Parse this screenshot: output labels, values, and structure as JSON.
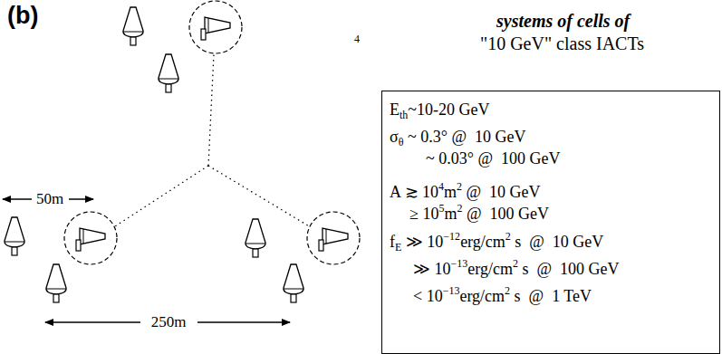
{
  "diagram": {
    "nodes": [
      {
        "text": [
          "E",
          "th",
          "~10-20 GeV",
          "σ",
          "θ",
          " ~ 0.3° @  10 GeV",
          "~ 0.03° @  100 GeV",
          "A ≳ 10",
          "4",
          "m",
          "2",
          " @  10 GeV",
          "≥ 10",
          "5",
          "m",
          "2",
          " @  100 GeV",
          "f",
          "E",
          " ≫ 10",
          "−12",
          "erg/cm",
          "2",
          " s  @  10 GeV",
          "≫ 10",
          "−13",
          "erg/cm",
          "2",
          " s  @  100 GeV",
          "< 10",
          "−13",
          "erg/cm",
          "2",
          " s  @  1 TeV"
        ]
      }
    ],
    "labels": [
      "(b)",
      "systems of cells of",
      "\"10 GeV\" class IACTs",
      "4",
      "50m",
      "250m"
    ]
  }
}
